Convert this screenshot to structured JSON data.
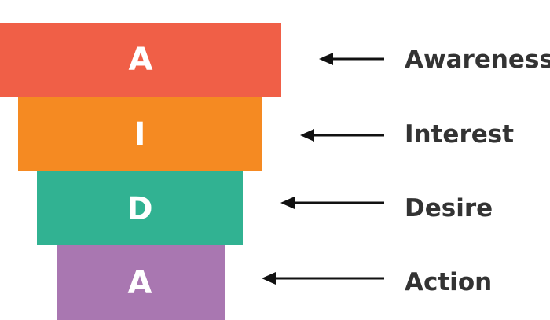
{
  "funnel": {
    "stages": [
      {
        "letter": "A",
        "label": "Awareness",
        "color": "#f05f47"
      },
      {
        "letter": "I",
        "label": "Interest",
        "color": "#f58a22"
      },
      {
        "letter": "D",
        "label": "Desire",
        "color": "#31b292"
      },
      {
        "letter": "A",
        "label": "Action",
        "color": "#a977b1"
      }
    ]
  }
}
